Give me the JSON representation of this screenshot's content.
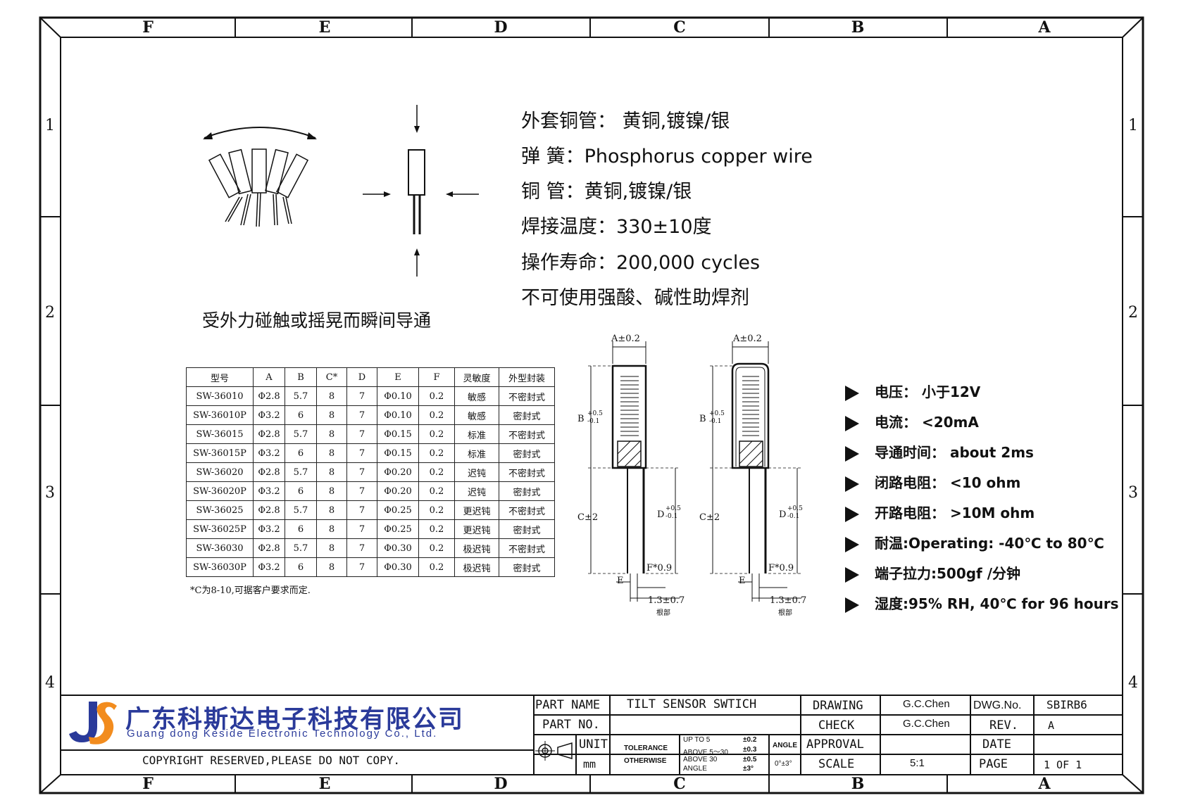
{
  "frame": {
    "columns": [
      "F",
      "E",
      "D",
      "C",
      "B",
      "A"
    ],
    "rows": [
      "1",
      "2",
      "3",
      "4"
    ]
  },
  "specs": [
    "外套铜管： 黄铜,镀镍/银",
    "弹  簧：Phosphorus copper wire",
    "铜  管：黄铜,镀镍/银",
    "焊接温度：330±10度",
    "操作寿命：200,000 cycles",
    "不可使用强酸、碱性助焊剂"
  ],
  "caption": "受外力碰触或摇晃而瞬间导通",
  "table": {
    "headers": [
      "型号",
      "A",
      "B",
      "C*",
      "D",
      "E",
      "F",
      "灵敏度",
      "外型封装"
    ],
    "rows": [
      [
        "SW-36010",
        "Φ2.8",
        "5.7",
        "8",
        "7",
        "Φ0.10",
        "0.2",
        "敏感",
        "不密封式"
      ],
      [
        "SW-36010P",
        "Φ3.2",
        "6",
        "8",
        "7",
        "Φ0.10",
        "0.2",
        "敏感",
        "密封式"
      ],
      [
        "SW-36015",
        "Φ2.8",
        "5.7",
        "8",
        "7",
        "Φ0.15",
        "0.2",
        "标准",
        "不密封式"
      ],
      [
        "SW-36015P",
        "Φ3.2",
        "6",
        "8",
        "7",
        "Φ0.15",
        "0.2",
        "标准",
        "密封式"
      ],
      [
        "SW-36020",
        "Φ2.8",
        "5.7",
        "8",
        "7",
        "Φ0.20",
        "0.2",
        "迟钝",
        "不密封式"
      ],
      [
        "SW-36020P",
        "Φ3.2",
        "6",
        "8",
        "7",
        "Φ0.20",
        "0.2",
        "迟钝",
        "密封式"
      ],
      [
        "SW-36025",
        "Φ2.8",
        "5.7",
        "8",
        "7",
        "Φ0.25",
        "0.2",
        "更迟钝",
        "不密封式"
      ],
      [
        "SW-36025P",
        "Φ3.2",
        "6",
        "8",
        "7",
        "Φ0.25",
        "0.2",
        "更迟钝",
        "密封式"
      ],
      [
        "SW-36030",
        "Φ2.8",
        "5.7",
        "8",
        "7",
        "Φ0.30",
        "0.2",
        "极迟钝",
        "不密封式"
      ],
      [
        "SW-36030P",
        "Φ3.2",
        "6",
        "8",
        "7",
        "Φ0.30",
        "0.2",
        "极迟钝",
        "密封式"
      ]
    ],
    "note": "*C为8-10,可据客户要求而定."
  },
  "dims": {
    "a": "A±0.2",
    "b": "B",
    "b_tol_up": "+0.5",
    "b_tol_dn": "-0.1",
    "c": "C±2",
    "d": "D",
    "f": "F*0.9",
    "e": "E",
    "root": "1.3±0.7",
    "root_label": "根部"
  },
  "features": [
    "电压：  小于12V",
    "电流：  <20mA",
    "导通时间：  about 2ms",
    "闭路电阻：  <10 ohm",
    "开路电阻：  >10M ohm",
    "耐温:Operating: -40℃ to 80℃",
    "端子拉力:500gf /分钟",
    "湿度:95% RH, 40℃ for 96 hours"
  ],
  "company": {
    "name_cn": "广东科斯达电子科技有限公司",
    "name_en": "Guang dong Keside  Electronic Technology Co., Ltd.",
    "copyright": "COPYRIGHT RESERVED,PLEASE DO NOT COPY."
  },
  "titleblock": {
    "part_name_label": "PART NAME",
    "part_name": "TILT SENSOR SWTICH",
    "part_no_label": "PART NO.",
    "unit_label": "UNIT",
    "unit": "mm",
    "tolerance_label": "TOLERANCE",
    "otherwise_label": "OTHERWISE",
    "tol_rows": [
      [
        "UP TO 5",
        "±0.2"
      ],
      [
        "ABOVE 5～30",
        "±0.3"
      ],
      [
        "ABOVE 30",
        "±0.5"
      ],
      [
        "ANGLE",
        "±3°"
      ]
    ],
    "angle_label": "ANGLE",
    "angle_value": "0°±3°",
    "drawing_label": "DRAWING",
    "drawing": "G.C.Chen",
    "check_label": "CHECK",
    "check": "G.C.Chen",
    "approval_label": "APPROVAL",
    "scale_label": "SCALE",
    "scale": "5:1",
    "dwg_no_label": "DWG.No.",
    "dwg_no": "SBIRB6",
    "rev_label": "REV.",
    "rev": "A",
    "date_label": "DATE",
    "page_label": "PAGE",
    "page": "1 OF 1"
  }
}
